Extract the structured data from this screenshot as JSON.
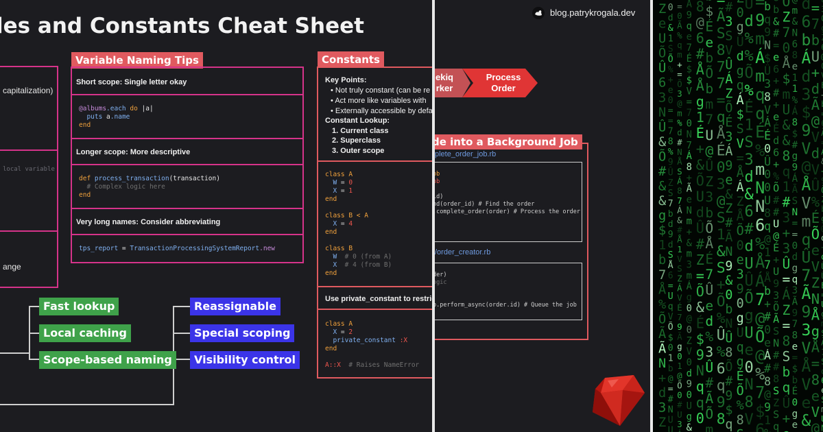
{
  "panel1": {
    "title": "les and Constants Cheat Sheet",
    "left": {
      "box1_text": "capitalization)",
      "box2_code": "local variable",
      "box3_text": "ange"
    },
    "tree_left": [
      "Fast lookup",
      "Local caching",
      "Scope-based naming"
    ],
    "tree_right": [
      "Reassignable",
      "Special scoping",
      "Visibility control"
    ],
    "naming": {
      "header": "Variable Naming Tips",
      "rows": [
        {
          "label": "Short scope: Single letter okay"
        },
        {
          "label": "Longer scope: More descriptive"
        },
        {
          "label": "Very long names: Consider abbreviating"
        }
      ],
      "code1": {
        "l1a": "@albums",
        "l1b": ".each ",
        "l1c": "do",
        "l1d": " |a|",
        "l2a": "  puts ",
        "l2b": "a",
        "l2c": ".name",
        "l3": "end"
      },
      "code2": {
        "l1a": "def ",
        "l1b": "process_transaction",
        "l1c": "(transaction)",
        "l2": "  # Complex logic here",
        "l3": "end"
      },
      "code3": {
        "a": "tps_report",
        "b": " = ",
        "c": "TransactionProcessingSystemReport",
        "d": ".new"
      }
    },
    "constants": {
      "header": "Constants",
      "key_points_title": "Key Points:",
      "key_points": [
        "Not truly constant (can be re",
        "Act more like variables with",
        "Externally accessible by defa"
      ],
      "lookup_title": "Constant Lookup:",
      "lookup": [
        "1. Current class",
        "2. Superclass",
        "3. Outer scope"
      ],
      "private_label": "Use private_constant to restric",
      "code": {
        "c1": "class A",
        "c2": "W",
        "c2v": "0",
        "c3": "X",
        "c3v": "1",
        "end": "end",
        "c5": "class B < A",
        "c6": "X",
        "c6v": "4",
        "c9": "class B",
        "c10": "W",
        "c10c": "  # 0 (from A)",
        "c11": "X",
        "c11c": "  # 4 (from B)",
        "p1": "class A",
        "p2": "X",
        "p2v": "2",
        "p3a": "private_constant ",
        "p3b": ":X",
        "p5a": "A::X",
        "p5b": "  # Raises NameError"
      }
    }
  },
  "panel2": {
    "brand": "blog.patrykrogala.dev",
    "chevrons": [
      {
        "line1": "ekiq",
        "line2": "rker"
      },
      {
        "line1": "Process",
        "line2": "Order"
      }
    ],
    "bg_header": "de into a Background Job",
    "file1": "plete_order_job.rb",
    "file2": "/order_creator.rb",
    "code1": [
      "ob",
      "ob",
      "",
      "id)",
      "nd(order_id) # Find the order",
      ".complete_order(order) # Process the order"
    ],
    "code2": [
      "der)",
      "ogic",
      "",
      "",
      "b.perform_async(order.id) # Queue the job"
    ]
  },
  "colors": {
    "bg": "#1c1c20",
    "pink_border": "#d6338a",
    "salmon": "#e05a5f",
    "green_pill": "#3fa24a",
    "blue_pill": "#3b34e8",
    "matrix_green": "#39e05a"
  }
}
